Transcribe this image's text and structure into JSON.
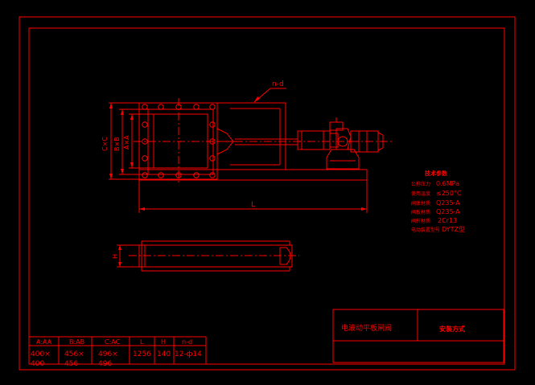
{
  "colors": {
    "background": "#000000",
    "line": "#ff0000",
    "centerline": "#ff0000"
  },
  "labels": {
    "n_d": "n-d",
    "dim_cc": "C×C",
    "dim_bb": "B×B",
    "dim_aa": "A×A",
    "dim_l": "L",
    "dim_h": "H"
  },
  "tech_params": {
    "title": "技术参数",
    "rows": [
      {
        "k": "公称压力",
        "v": "0.6MPa"
      },
      {
        "k": "使用温度",
        "v": "≤250°C"
      },
      {
        "k": "阀体材质",
        "v": "Q235-A"
      },
      {
        "k": "阀板材质",
        "v": "Q235-A"
      },
      {
        "k": "阀杆材质",
        "v": "2Cr13"
      },
      {
        "k": "电动装置型号",
        "v": "DYTZ型"
      }
    ]
  },
  "title_block": {
    "name": "电液动平板闸阀",
    "right": "安装方式"
  },
  "dim_table": {
    "headers": [
      "A:AA",
      "B:AB",
      "C:AC",
      "L",
      "H",
      "n-d"
    ],
    "row1": [
      "400×",
      "456×",
      "496×",
      "1256",
      "140",
      "12-ф14"
    ],
    "row2": [
      "400",
      "456",
      "496",
      "",
      "",
      ""
    ]
  }
}
